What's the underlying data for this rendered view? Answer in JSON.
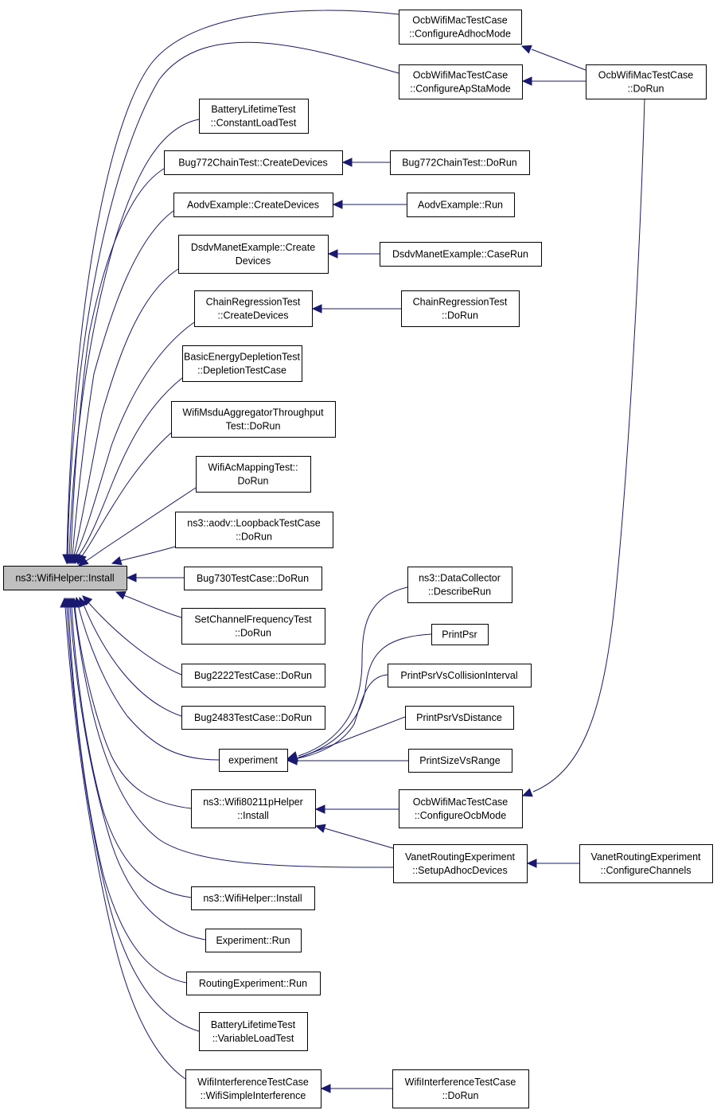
{
  "diagram": {
    "kind": "call-graph",
    "focus_node": "ns3::WifiHelper::Install",
    "nodes": {
      "install": [
        "ns3::WifiHelper::Install"
      ],
      "cfgAdhoc": [
        "OcbWifiMacTestCase",
        "::ConfigureAdhocMode"
      ],
      "cfgApSta": [
        "OcbWifiMacTestCase",
        "::ConfigureApStaMode"
      ],
      "ocbDoRun": [
        "OcbWifiMacTestCase",
        "::DoRun"
      ],
      "constLoad": [
        "BatteryLifetimeTest",
        "::ConstantLoadTest"
      ],
      "bug772Create": [
        "Bug772ChainTest::CreateDevices"
      ],
      "bug772DoRun": [
        "Bug772ChainTest::DoRun"
      ],
      "aodvCreate": [
        "AodvExample::CreateDevices"
      ],
      "aodvRun": [
        "AodvExample::Run"
      ],
      "dsdvCreate": [
        "DsdvManetExample::Create",
        "Devices"
      ],
      "dsdvCaseRun": [
        "DsdvManetExample::CaseRun"
      ],
      "chainCreate": [
        "ChainRegressionTest",
        "::CreateDevices"
      ],
      "chainDoRun": [
        "ChainRegressionTest",
        "::DoRun"
      ],
      "basicEnergy": [
        "BasicEnergyDepletionTest",
        "::DepletionTestCase"
      ],
      "msduAgg": [
        "WifiMsduAggregatorThroughput",
        "Test::DoRun"
      ],
      "acMapping": [
        "WifiAcMappingTest::",
        "DoRun"
      ],
      "aodvLoopback": [
        "ns3::aodv::LoopbackTestCase",
        "::DoRun"
      ],
      "bug730": [
        "Bug730TestCase::DoRun"
      ],
      "setChanFreq": [
        "SetChannelFrequencyTest",
        "::DoRun"
      ],
      "bug2222": [
        "Bug2222TestCase::DoRun"
      ],
      "bug2483": [
        "Bug2483TestCase::DoRun"
      ],
      "experiment": [
        "experiment"
      ],
      "dataCollector": [
        "ns3::DataCollector",
        "::DescribeRun"
      ],
      "printPsr": [
        "PrintPsr"
      ],
      "printPsrColl": [
        "PrintPsrVsCollisionInterval"
      ],
      "printPsrDist": [
        "PrintPsrVsDistance"
      ],
      "printSize": [
        "PrintSizeVsRange"
      ],
      "w80211p": [
        "ns3::Wifi80211pHelper",
        "::Install"
      ],
      "cfgOcb": [
        "OcbWifiMacTestCase",
        "::ConfigureOcbMode"
      ],
      "vanetSetup": [
        "VanetRoutingExperiment",
        "::SetupAdhocDevices"
      ],
      "vanetCfgChan": [
        "VanetRoutingExperiment",
        "::ConfigureChannels"
      ],
      "wifiHelper2": [
        "ns3::WifiHelper::Install"
      ],
      "expRun": [
        "Experiment::Run"
      ],
      "routingRun": [
        "RoutingExperiment::Run"
      ],
      "varLoad": [
        "BatteryLifetimeTest",
        "::VariableLoadTest"
      ],
      "wifiInterf": [
        "WifiInterferenceTestCase",
        "::WifiSimpleInterference"
      ],
      "wifiInterfRun": [
        "WifiInterferenceTestCase",
        "::DoRun"
      ]
    },
    "edges": [
      [
        "cfgAdhoc",
        "install"
      ],
      [
        "cfgApSta",
        "install"
      ],
      [
        "constLoad",
        "install"
      ],
      [
        "bug772Create",
        "install"
      ],
      [
        "aodvCreate",
        "install"
      ],
      [
        "dsdvCreate",
        "install"
      ],
      [
        "chainCreate",
        "install"
      ],
      [
        "basicEnergy",
        "install"
      ],
      [
        "msduAgg",
        "install"
      ],
      [
        "acMapping",
        "install"
      ],
      [
        "aodvLoopback",
        "install"
      ],
      [
        "bug730",
        "install"
      ],
      [
        "setChanFreq",
        "install"
      ],
      [
        "bug2222",
        "install"
      ],
      [
        "bug2483",
        "install"
      ],
      [
        "experiment",
        "install"
      ],
      [
        "w80211p",
        "install"
      ],
      [
        "vanetSetup",
        "install"
      ],
      [
        "wifiHelper2",
        "install"
      ],
      [
        "expRun",
        "install"
      ],
      [
        "routingRun",
        "install"
      ],
      [
        "varLoad",
        "install"
      ],
      [
        "wifiInterf",
        "install"
      ],
      [
        "ocbDoRun",
        "cfgAdhoc"
      ],
      [
        "ocbDoRun",
        "cfgApSta"
      ],
      [
        "ocbDoRun",
        "cfgOcb"
      ],
      [
        "bug772DoRun",
        "bug772Create"
      ],
      [
        "aodvRun",
        "aodvCreate"
      ],
      [
        "dsdvCaseRun",
        "dsdvCreate"
      ],
      [
        "chainDoRun",
        "chainCreate"
      ],
      [
        "dataCollector",
        "experiment"
      ],
      [
        "printPsr",
        "experiment"
      ],
      [
        "printPsrColl",
        "experiment"
      ],
      [
        "printPsrDist",
        "experiment"
      ],
      [
        "printSize",
        "experiment"
      ],
      [
        "cfgOcb",
        "w80211p"
      ],
      [
        "vanetSetup",
        "w80211p"
      ],
      [
        "vanetCfgChan",
        "vanetSetup"
      ],
      [
        "wifiInterfRun",
        "wifiInterf"
      ]
    ],
    "colors": {
      "edge": "#191970",
      "focus_fill": "#bfbfbf",
      "node_fill": "#ffffff",
      "border": "#000000"
    }
  }
}
